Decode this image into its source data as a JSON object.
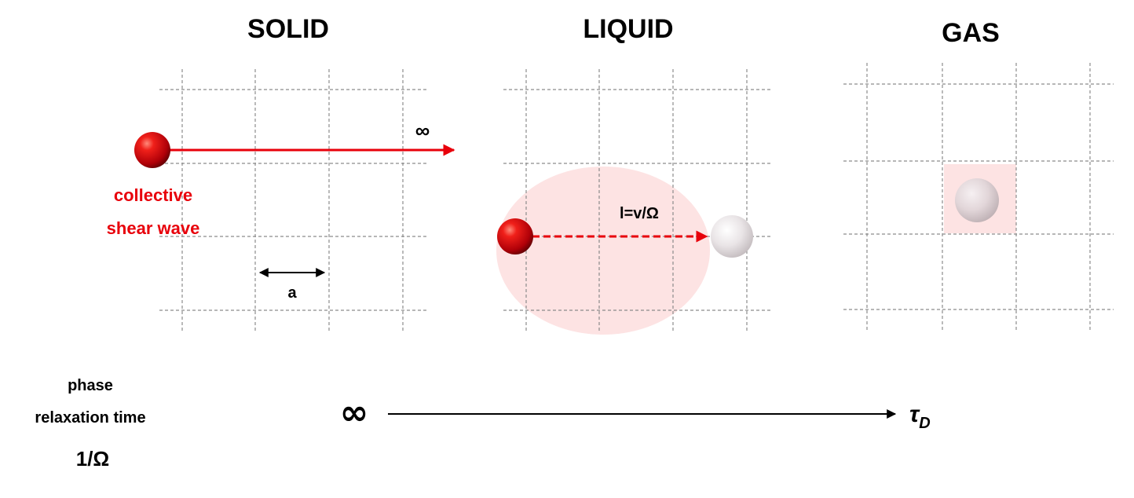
{
  "panels": {
    "solid": {
      "title": "SOLID",
      "infinity_label": "∞",
      "collective_line1": "collective",
      "collective_line2": "shear wave",
      "spacing_label": "a"
    },
    "liquid": {
      "title": "LIQUID",
      "length_label": "l=v/Ω"
    },
    "gas": {
      "title": "GAS"
    }
  },
  "bottom": {
    "label_line1": "phase",
    "label_line2": "relaxation time",
    "label_line3": "1/Ω",
    "start_symbol": "∞",
    "end_symbol": "τ",
    "end_subscript": "D"
  },
  "colors": {
    "accent": "#e8000b",
    "halo": "#fde3e3",
    "gray_particle": "#e6e0e2"
  }
}
